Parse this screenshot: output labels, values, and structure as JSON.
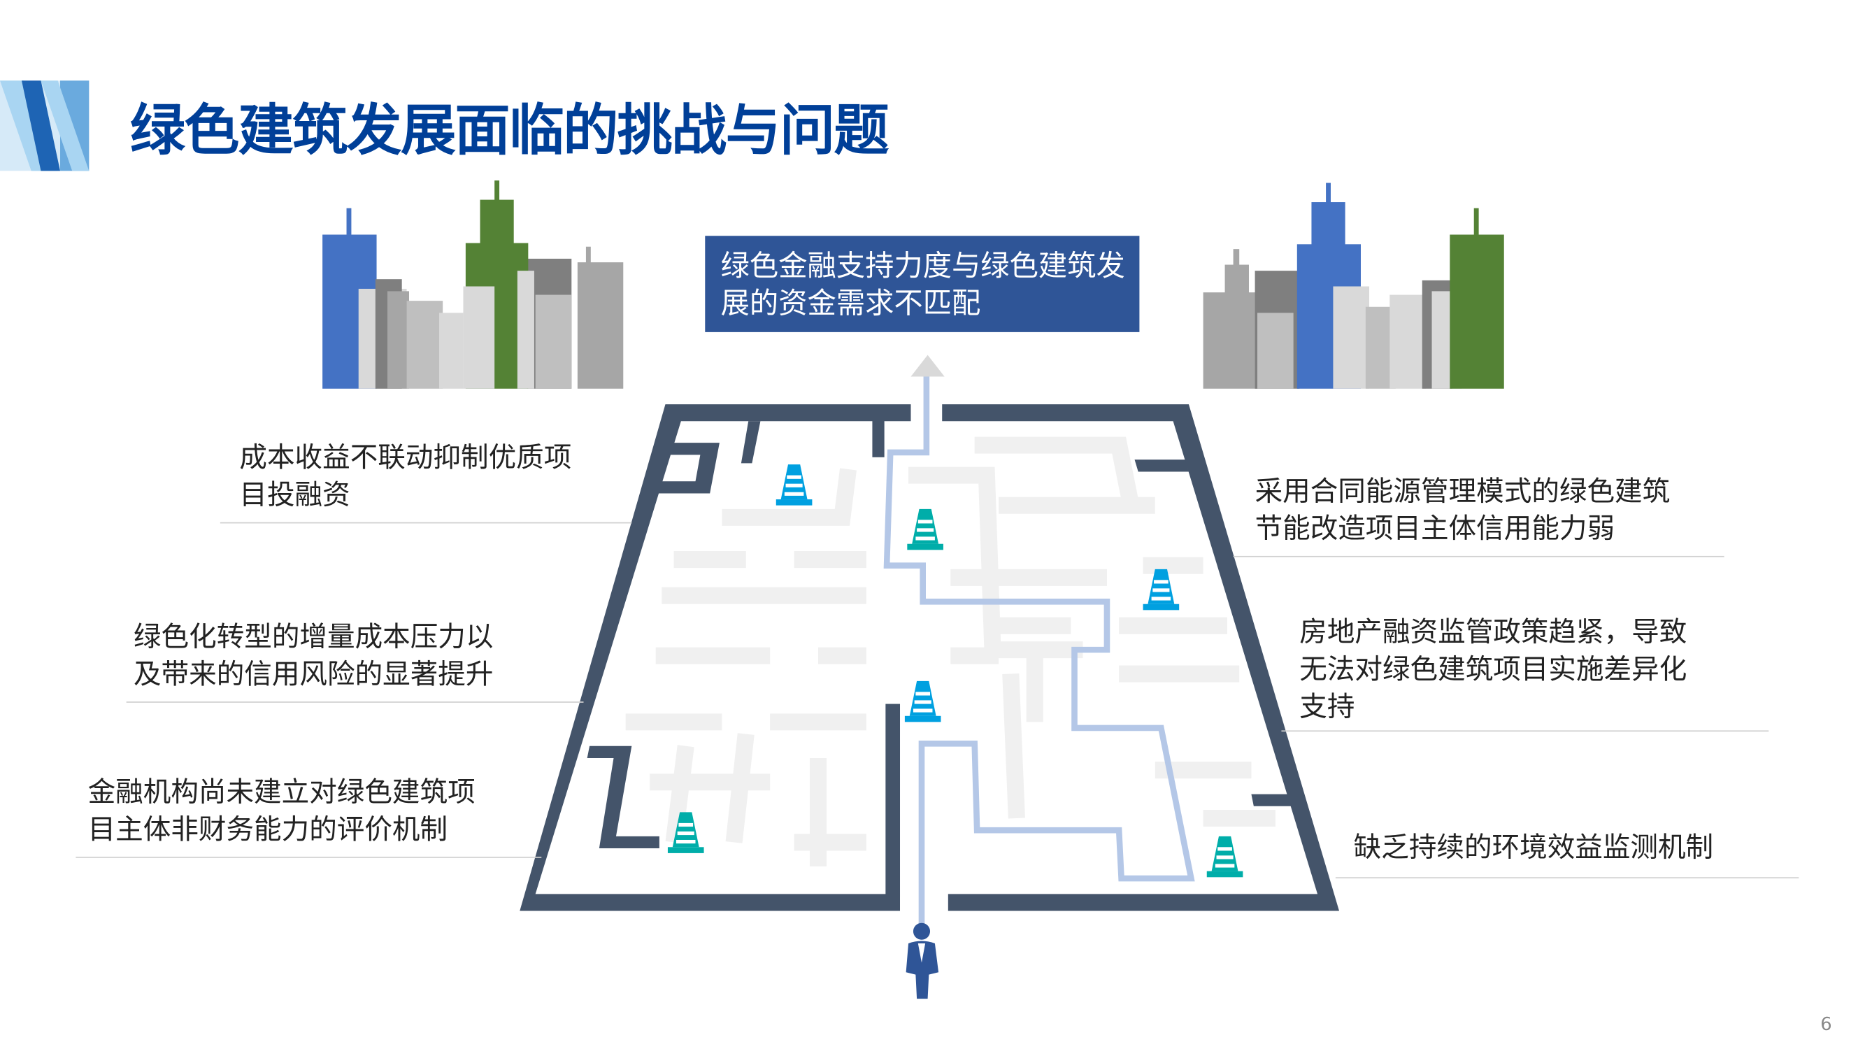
{
  "slide": {
    "title": "绿色建筑发展面临的挑战与问题",
    "goal_box": "绿色金融支持力度与绿色建筑发展的资金需求不匹配",
    "page_number": "6"
  },
  "challenges_left": [
    "成本收益不联动抑制优质项\n目投融资",
    "绿色化转型的增量成本压力以\n及带来的信用风险的显著提升",
    "金融机构尚未建立对绿色建筑项\n目主体非财务能力的评价机制"
  ],
  "challenges_right": [
    "采用合同能源管理模式的绿色建筑\n节能改造项目主体信用能力弱",
    "房地产融资监管政策趋紧，导致\n无法对绿色建筑项目实施差异化\n支持",
    "缺乏持续的环境效益监测机制"
  ],
  "colors": {
    "title": "#003F98",
    "goal_box": "#2F5597",
    "maze_wall": "#44546A",
    "maze_inner": "#F0F0F0",
    "path": "#B4C7E7",
    "cone_blue": "#00A0E0",
    "cone_teal": "#00ADA9",
    "building_blue": "#4472C4",
    "building_green": "#548235"
  }
}
